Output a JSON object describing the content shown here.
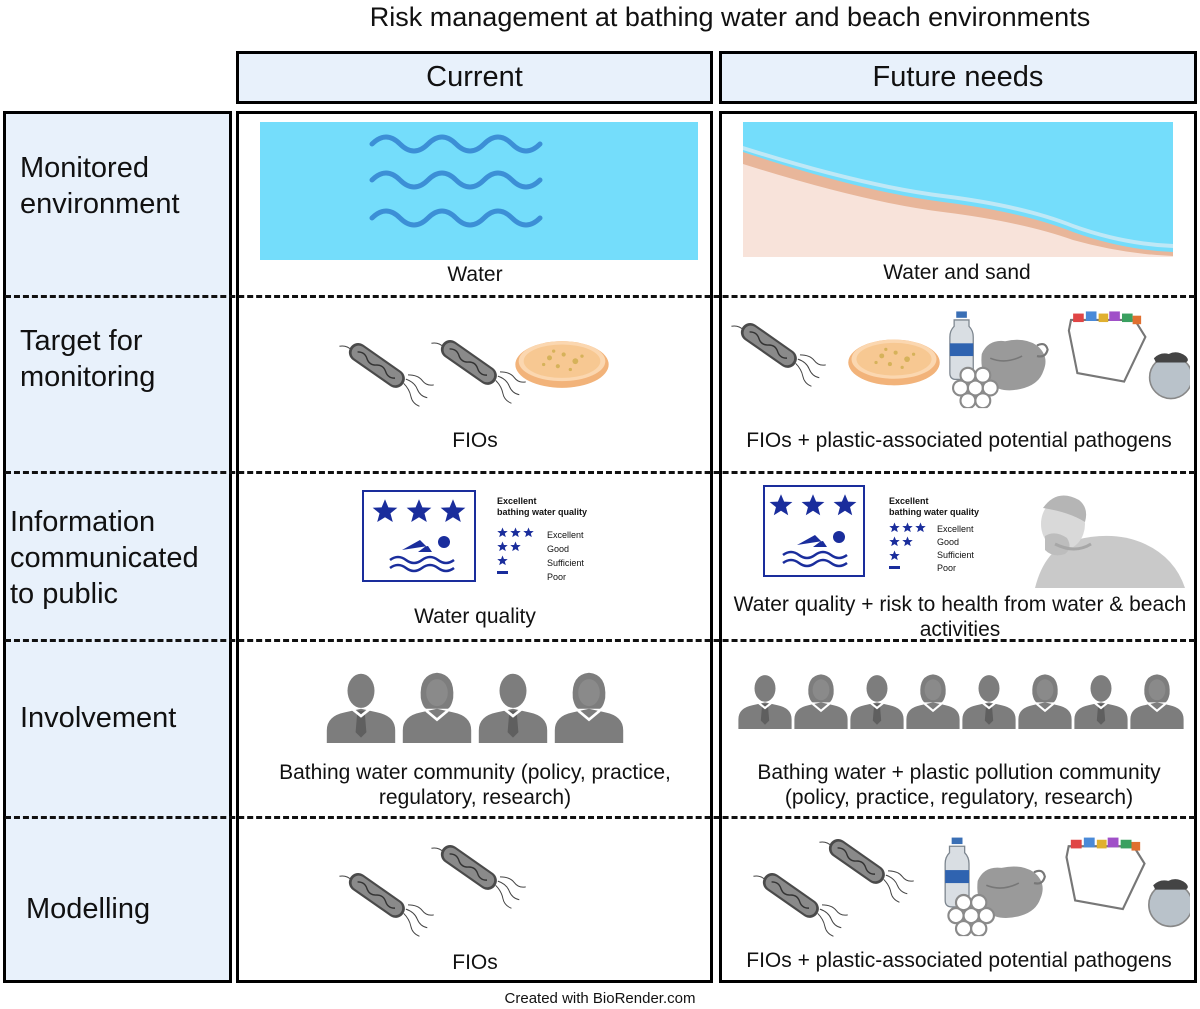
{
  "title": "Risk management at bathing water and beach environments",
  "columns": {
    "current": "Current",
    "future": "Future needs"
  },
  "rows": [
    {
      "label": "Monitored environment",
      "current_caption": "Water",
      "future_caption": "Water and sand"
    },
    {
      "label": "Target for monitoring",
      "current_caption": "FIOs",
      "future_caption": "FIOs + plastic-associated potential pathogens"
    },
    {
      "label": "Information communicated to public",
      "current_caption": "Water quality",
      "future_caption": "Water quality + risk to health from water & beach activities"
    },
    {
      "label": "Involvement",
      "current_caption": "Bathing water community (policy, practice, regulatory, research)",
      "future_caption": "Bathing water + plastic pollution community (policy, practice, regulatory, research)"
    },
    {
      "label": "Modelling",
      "current_caption": "FIOs",
      "future_caption": "FIOs + plastic-associated potential pathogens"
    }
  ],
  "rating_card": {
    "heading_line1": "Excellent",
    "heading_line2": "bathing water quality",
    "levels": [
      "Excellent",
      "Good",
      "Sufficient",
      "Poor"
    ]
  },
  "footer": "Created with BioRender.com",
  "colors": {
    "header_fill": "#e8f1fb",
    "water": "#74ddfb",
    "wave": "#3c8fd6",
    "sand": "#f8e3da",
    "star_blue": "#1a2d9c",
    "person_gray": "#7d7d7d"
  }
}
